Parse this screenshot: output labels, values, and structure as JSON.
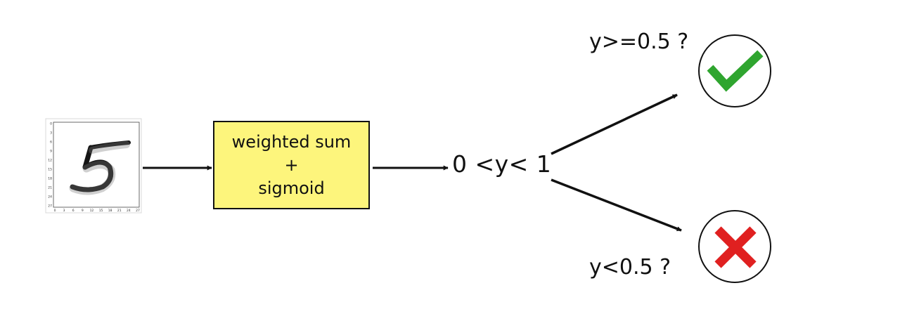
{
  "input_image": {
    "digit": "5",
    "tick_labels": [
      "0",
      "3",
      "6",
      "9",
      "12",
      "15",
      "18",
      "21",
      "24",
      "27"
    ],
    "ink_color": "#111111"
  },
  "process_box": {
    "line1": "weighted sum",
    "line2": "+",
    "line3": "sigmoid",
    "fill_color": "#fdf57c"
  },
  "output_range_label": "0 <y< 1",
  "branches": {
    "positive": {
      "condition": "y>=0.5 ?",
      "icon": "check-icon",
      "icon_color": "#2fa52f"
    },
    "negative": {
      "condition": "y<0.5 ?",
      "icon": "cross-icon",
      "icon_color": "#e02020"
    }
  }
}
